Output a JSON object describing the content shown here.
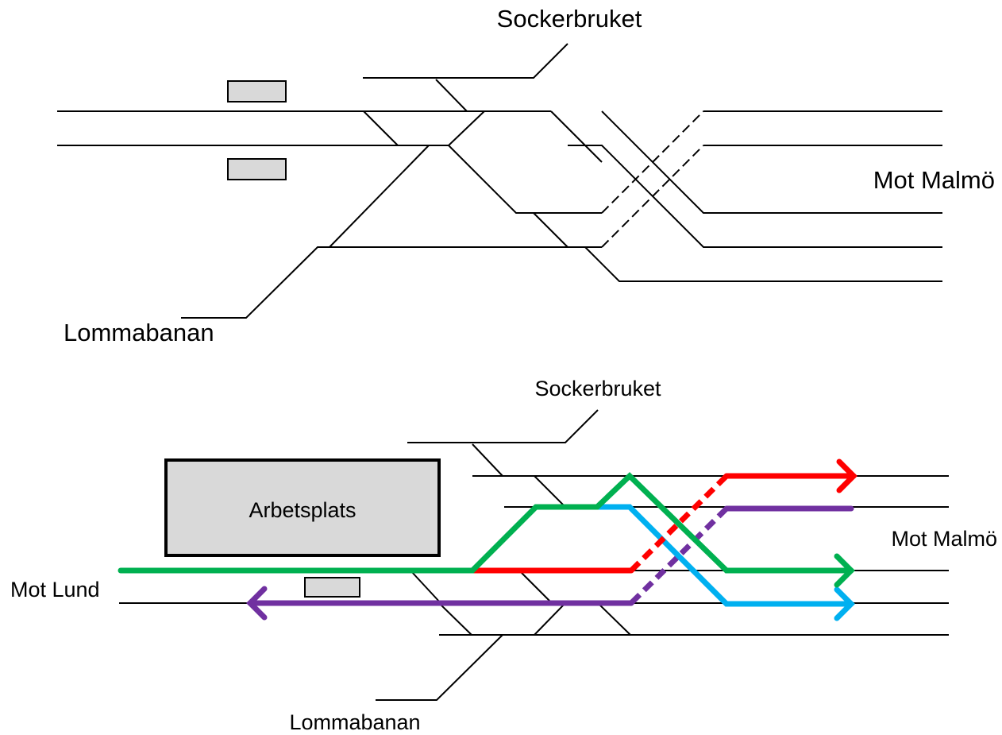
{
  "top_diagram": {
    "label_sockerbruket": "Sockerbruket",
    "label_mot_malmo": "Mot Malmö",
    "label_lommabanan": "Lommabanan"
  },
  "bottom_diagram": {
    "label_sockerbruket": "Sockerbruket",
    "label_arbetsplats": "Arbetsplats",
    "label_mot_malmo": "Mot Malmö",
    "label_mot_lund": "Mot Lund",
    "label_lommabanan": "Lommabanan"
  },
  "colors": {
    "track": "#000000",
    "platform_fill": "#d9d9d9",
    "route_green": "#00b050",
    "route_red": "#ff0000",
    "route_purple": "#7030a0",
    "route_blue": "#00b0f0"
  }
}
